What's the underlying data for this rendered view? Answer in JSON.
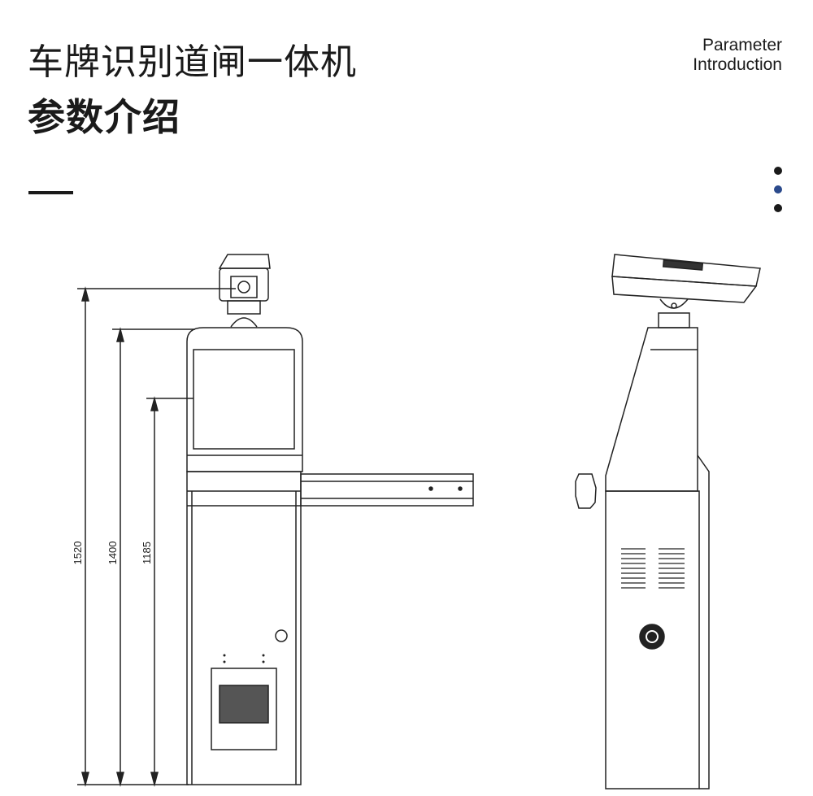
{
  "header": {
    "title": "车牌识别道闸一体机",
    "subtitle": "参数介绍",
    "english_line1": "Parameter",
    "english_line2": "Introduction"
  },
  "pager": {
    "dots": 3,
    "active_index": 1,
    "dot_color": "#1a1a1a",
    "active_color": "#2b4a8c"
  },
  "drawing": {
    "dimensions": [
      {
        "label": "1520"
      },
      {
        "label": "1400"
      },
      {
        "label": "1185"
      }
    ]
  }
}
